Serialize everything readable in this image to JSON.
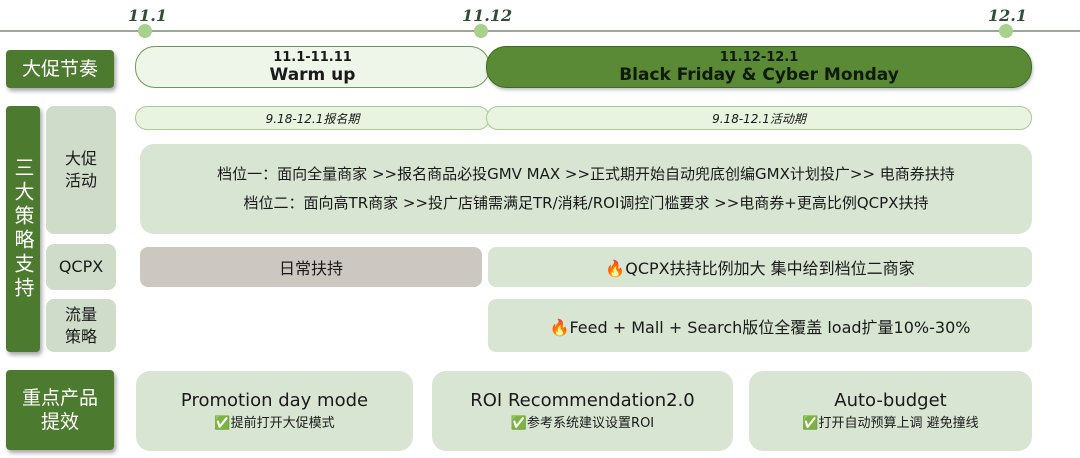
{
  "timeline": {
    "ticks": [
      "11.1",
      "11.12",
      "12.1"
    ]
  },
  "rows": {
    "rhythm": "大促节奏",
    "strategy": "三大策略支持",
    "promo_activity": "大促\n活动",
    "qcpx": "QCPX",
    "traffic": "流量\n策略",
    "products": "重点产品\n提效"
  },
  "phases": {
    "warmup_dates": "11.1-11.11",
    "warmup_name": "Warm up",
    "bf_dates": "11.12-12.1",
    "bf_name": "Black Friday & Cyber Monday"
  },
  "periods": {
    "signup": "9.18-12.1报名期",
    "activity": "9.18-12.1活动期"
  },
  "promo": {
    "tier1": "档位一：面向全量商家 >>报名商品必投GMV MAX >>正式期开始自动兜底创编GMX计划投广>> 电商券扶持",
    "tier2": "档位二：面向高TR商家 >>投广店铺需满足TR/消耗/ROI调控门槛要求 >>电商券+更高比例QCPX扶持"
  },
  "qcpx_row": {
    "daily": "日常扶持",
    "boost": "🔥QCPX扶持比例加大 集中给到档位二商家"
  },
  "traffic_row": {
    "text": "🔥Feed + Mall + Search版位全覆盖 load扩量10%-30%"
  },
  "products": [
    {
      "title": "Promotion day mode",
      "desc": "✅提前打开大促模式"
    },
    {
      "title": "ROI Recommendation2.0",
      "desc": "✅参考系统建议设置ROI"
    },
    {
      "title": "Auto-budget",
      "desc": "✅打开自动预算上调 避免撞线"
    }
  ],
  "colors": {
    "dark_green": "#4c7a2e",
    "light_green": "#e6f2dc",
    "sub_green": "#cfdcc9",
    "box_green": "#d8e5d2",
    "gray": "#cdc7c1"
  }
}
